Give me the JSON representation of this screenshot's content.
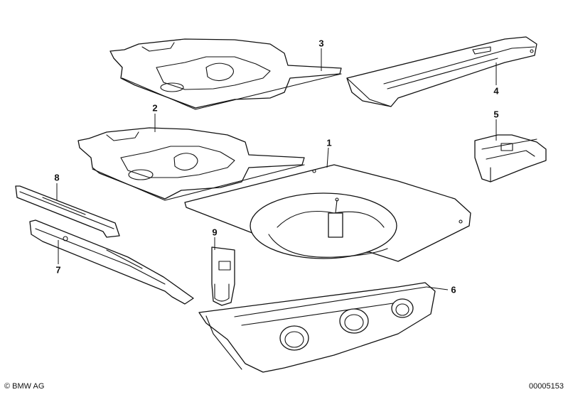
{
  "callouts": {
    "c1": "1",
    "c2": "2",
    "c3": "3",
    "c4": "4",
    "c5": "5",
    "c6": "6",
    "c7": "7",
    "c8": "8",
    "c9": "9"
  },
  "footer": {
    "copyright": "© BMW AG",
    "doc_number": "00005153"
  }
}
